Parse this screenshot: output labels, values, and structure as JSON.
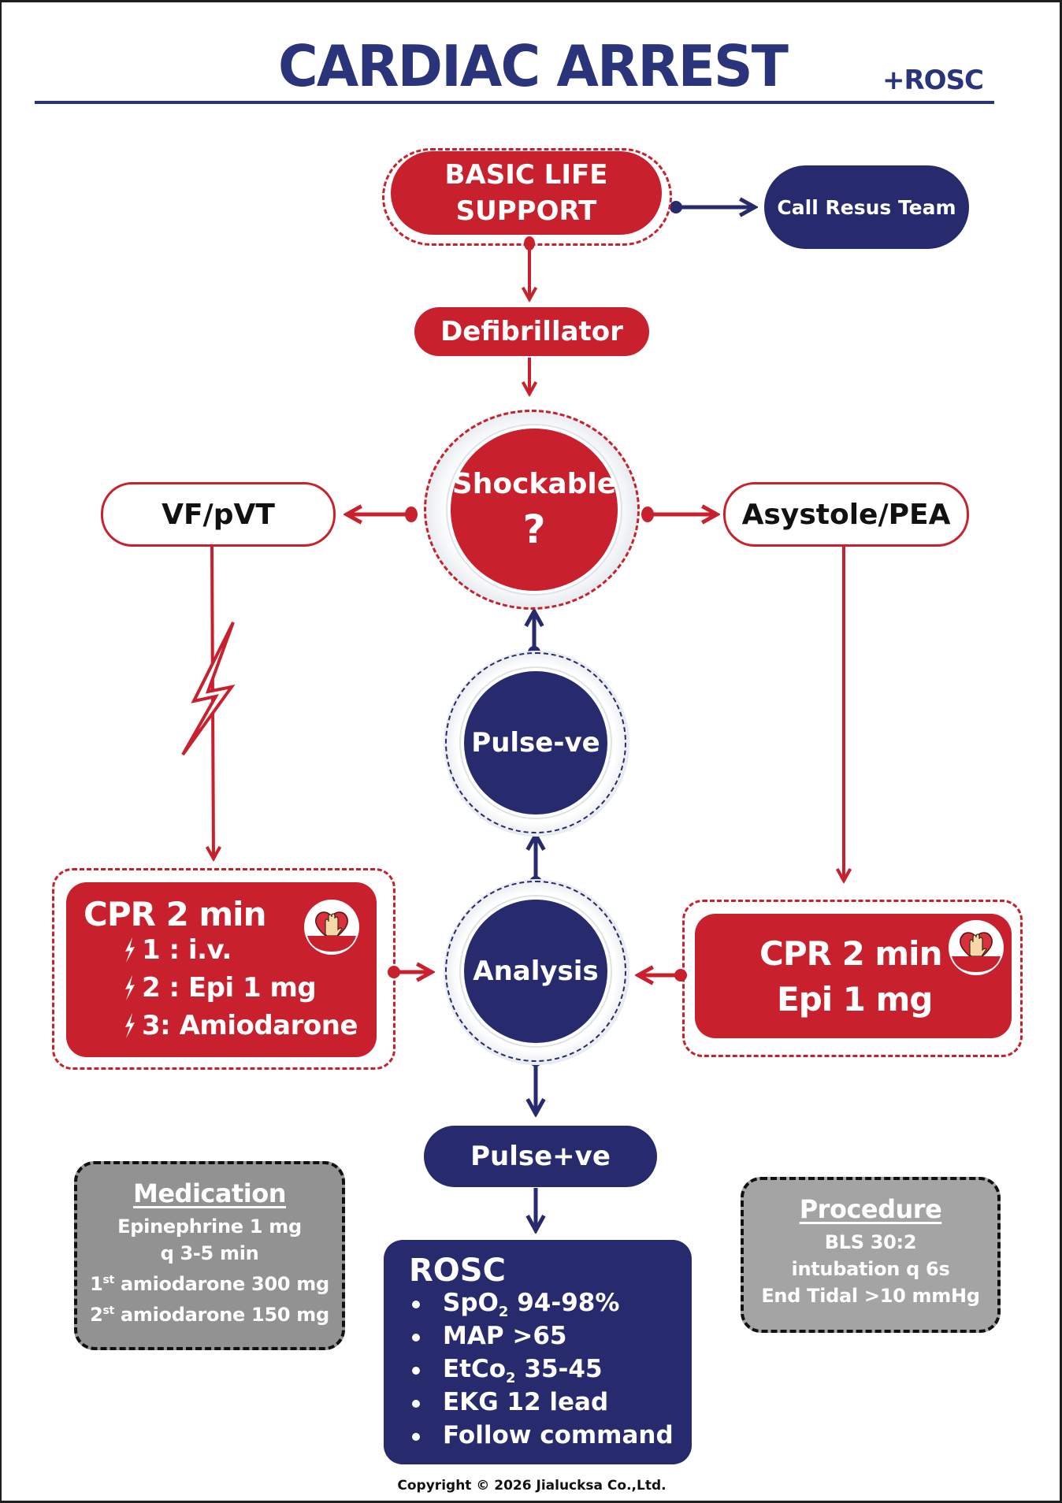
{
  "header": {
    "title": "CARDIAC ARREST",
    "subtitle": "+ROSC"
  },
  "colors": {
    "red": "#c8202c",
    "navy": "#272a6d",
    "title_navy": "#2a347a",
    "gray_box": "#929292",
    "white": "#ffffff"
  },
  "nodes": {
    "bls": {
      "line1": "BASIC LIFE",
      "line2": "SUPPORT"
    },
    "call_team": "Call Resus Team",
    "defibrillator": "Defibrillator",
    "shockable": {
      "label": "Shockable",
      "mark": "?"
    },
    "vf_pvt": "VF/pVT",
    "asystole_pea": "Asystole/PEA",
    "pulse_neg": "Pulse-ve",
    "analysis": "Analysis",
    "pulse_pos": "Pulse+ve"
  },
  "cpr_shockable": {
    "title": "CPR 2 min",
    "icon": "cpr-heart-hand-icon",
    "steps": [
      {
        "icon": "lightning-icon",
        "text": "1 : i.v."
      },
      {
        "icon": "lightning-icon",
        "text": "2 : Epi 1 mg"
      },
      {
        "icon": "lightning-icon",
        "text": "3: Amiodarone"
      }
    ]
  },
  "cpr_nonshockable": {
    "title": "CPR 2 min",
    "line2": "Epi 1 mg",
    "icon": "cpr-heart-hand-icon"
  },
  "medication": {
    "title": "Medication",
    "lines": [
      {
        "pre": "",
        "sup": "",
        "text": "Epinephrine 1 mg"
      },
      {
        "pre": "",
        "sup": "",
        "text": "q 3-5 min"
      },
      {
        "pre": "1",
        "sup": "st",
        "text": " amiodarone 300 mg"
      },
      {
        "pre": "2",
        "sup": "st",
        "text": " amiodarone 150 mg"
      }
    ]
  },
  "procedure": {
    "title": "Procedure",
    "lines": [
      "BLS 30:2",
      "intubation q 6s",
      "End Tidal >10 mmHg"
    ]
  },
  "rosc": {
    "title": "ROSC",
    "items": [
      {
        "pre": "SpO",
        "sub": "2",
        "post": " 94-98%"
      },
      {
        "pre": "MAP >65",
        "sub": "",
        "post": ""
      },
      {
        "pre": "EtCo",
        "sub": "2",
        "post": " 35-45"
      },
      {
        "pre": "EKG 12 lead",
        "sub": "",
        "post": ""
      },
      {
        "pre": "Follow command",
        "sub": "",
        "post": ""
      }
    ]
  },
  "footer": {
    "copyright": "Copyright © 2026 Jialucksa Co.,Ltd."
  }
}
